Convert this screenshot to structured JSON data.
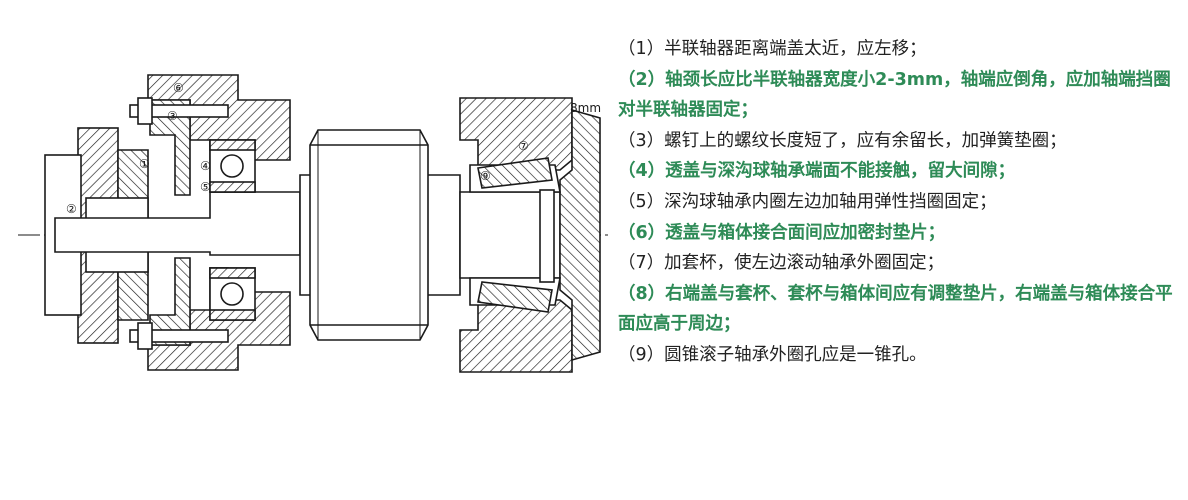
{
  "colors": {
    "highlight": "#2e8b57",
    "text": "#222222",
    "line": "#1a1a1a"
  },
  "drawing": {
    "callouts": [
      "①",
      "②",
      "③",
      "④",
      "⑤",
      "⑥",
      "⑦",
      "8mm",
      "⑨"
    ]
  },
  "notes": [
    {
      "text": "（1）半联轴器距离端盖太近，应左移；",
      "highlight": false
    },
    {
      "text": "（2）轴颈长应比半联轴器宽度小2-3mm，轴端应倒角，应加轴端挡圈对半联轴器固定；",
      "highlight": true
    },
    {
      "text": "（3）螺钉上的螺纹长度短了，应有余留长，加弹簧垫圈；",
      "highlight": false
    },
    {
      "text": "（4）透盖与深沟球轴承端面不能接触，留大间隙；",
      "highlight": true
    },
    {
      "text": "（5）深沟球轴承内圈左边加轴用弹性挡圈固定；",
      "highlight": false
    },
    {
      "text": "（6）透盖与箱体接合面间应加密封垫片；",
      "highlight": true
    },
    {
      "text": "（7）加套杯，使左边滚动轴承外圈固定；",
      "highlight": false
    },
    {
      "text": "（8）右端盖与套杯、套杯与箱体间应有调整垫片，右端盖与箱体接合平面应高于周边；",
      "highlight": true
    },
    {
      "text": "（9）圆锥滚子轴承外圈孔应是一锥孔。",
      "highlight": false
    }
  ]
}
